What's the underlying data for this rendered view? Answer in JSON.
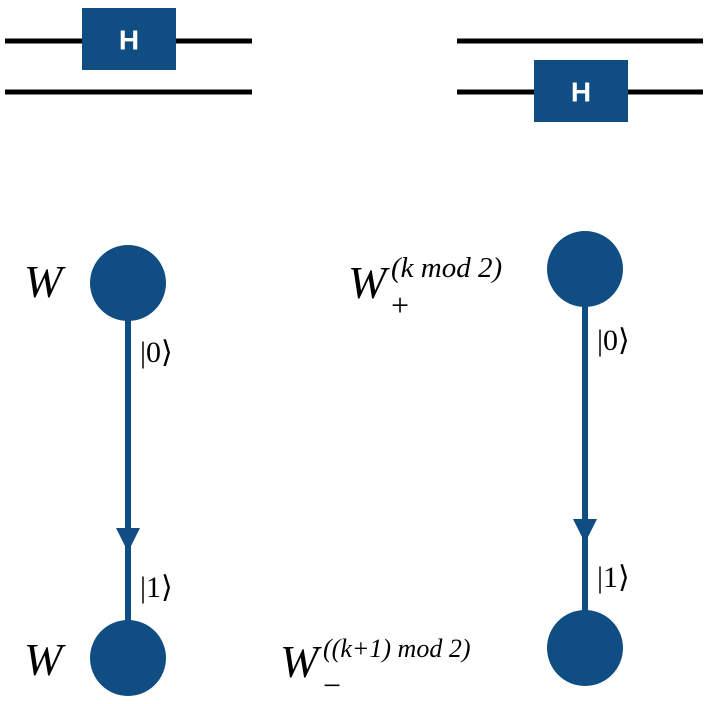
{
  "colors": {
    "node": "#0f4d82",
    "edge": "#0f4d82",
    "gate": "#0f4d82",
    "wire": "#000000"
  },
  "circuits": [
    {
      "gate_label": "H",
      "gate_on_wire": "top"
    },
    {
      "gate_label": "H",
      "gate_on_wire": "bottom"
    }
  ],
  "graphs": [
    {
      "top_node": {
        "base": "W",
        "sup": "",
        "sub": ""
      },
      "bottom_node": {
        "base": "W",
        "sup": "",
        "sub": ""
      },
      "edge_top_label": "|0⟩",
      "edge_bottom_label": "|1⟩"
    },
    {
      "top_node": {
        "base": "W",
        "sup": "(k mod 2)",
        "sub": "+"
      },
      "bottom_node": {
        "base": "W",
        "sup": "((k+1) mod 2)",
        "sub": "−"
      },
      "edge_top_label": "|0⟩",
      "edge_bottom_label": "|1⟩"
    }
  ]
}
